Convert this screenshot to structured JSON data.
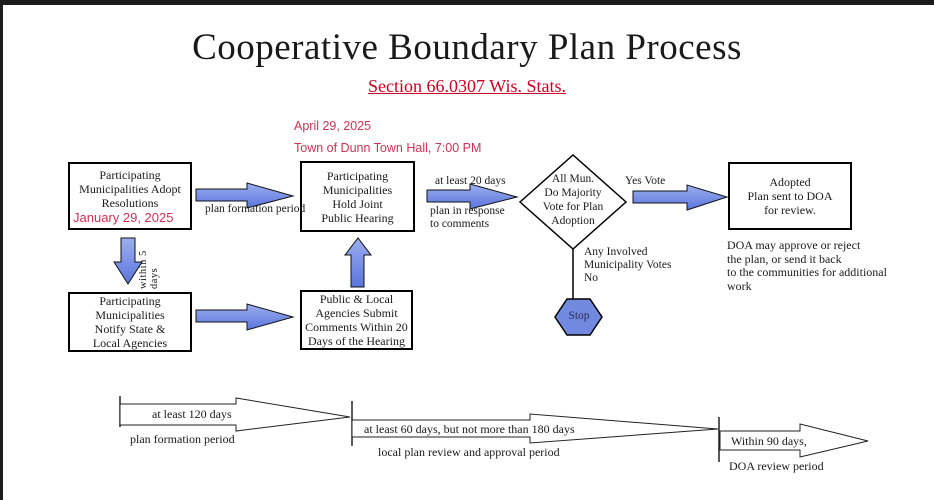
{
  "page": {
    "title": "Cooperative Boundary Plan Process",
    "subtitle_link": "Section 66.0307 Wis. Stats."
  },
  "colors": {
    "arrow_blue": "#7289e0",
    "arrow_blue_light": "#9caef0",
    "arrow_blue_dark": "#5a75dc",
    "stop_blue": "#7289e0",
    "red_accent": "#cc3355",
    "link_red": "#cc0022",
    "outline_black": "#000000"
  },
  "flow": {
    "box_adopt": {
      "text": "Participating\nMunicipalities Adopt\nResolutions",
      "date": "January 29, 2025"
    },
    "hearing_note": {
      "line1": "April 29, 2025",
      "line2": "Town of Dunn Town Hall, 7:00 PM"
    },
    "box_hearing": {
      "text": "Participating\nMunicipalities\nHold Joint\nPublic Hearing"
    },
    "box_adopted": {
      "text": "Adopted\nPlan sent to DOA\nfor review."
    },
    "box_notify": {
      "text": "Participating\nMunicipalities\nNotify State &\nLocal Agencies"
    },
    "box_comments": {
      "text": "Public & Local\nAgencies Submit\nComments Within 20\nDays of the Hearing"
    },
    "arrow1_label": "plan formation period",
    "arrow2_label_top": "at least 20 days",
    "arrow2_label_bottom": "plan in response\nto comments",
    "within5_label": "within 5 days",
    "decision": {
      "text": "All Mun.\nDo Majority\nVote for Plan\nAdoption",
      "yes_label": "Yes Vote",
      "no_label": "Any Involved\nMunicipality Votes\nNo"
    },
    "stop_label": "Stop",
    "doa_note": "DOA may approve or reject\nthe plan, or send it back\nto the communities for additional\nwork"
  },
  "timeline": {
    "segments": [
      {
        "duration": "at least 120 days",
        "period": "plan formation period"
      },
      {
        "duration": "at least 60 days, but not more than 180 days",
        "period": "local plan review and approval period"
      },
      {
        "duration": "Within 90 days,",
        "period": "DOA review period"
      }
    ]
  }
}
